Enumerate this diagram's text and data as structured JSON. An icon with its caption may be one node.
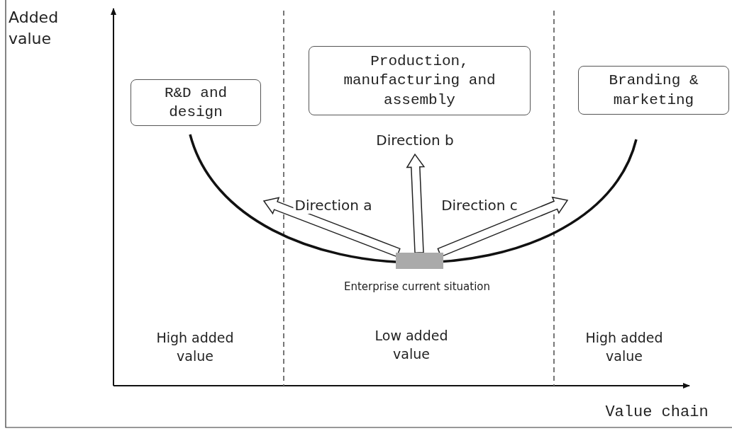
{
  "diagram": {
    "nodes": [
      {
        "text": [
          "R&D and design"
        ]
      },
      {
        "text": [
          "Production, manufacturing and assembly"
        ]
      },
      {
        "text": [
          "Branding & marketing"
        ]
      },
      {
        "text": [],
        "shape": "bar",
        "beside": [
          "Enterprise current situation"
        ]
      }
    ],
    "edges": [
      {
        "from": 3,
        "to": null,
        "arrow": "to",
        "label": "Direction a"
      },
      {
        "from": 3,
        "to": null,
        "arrow": "to",
        "label": "Direction b"
      },
      {
        "from": 3,
        "to": null,
        "arrow": "to",
        "label": "Direction c"
      }
    ],
    "labels": [
      "Added value",
      "Value chain",
      "High added value",
      "Low added value",
      "High added value"
    ]
  }
}
